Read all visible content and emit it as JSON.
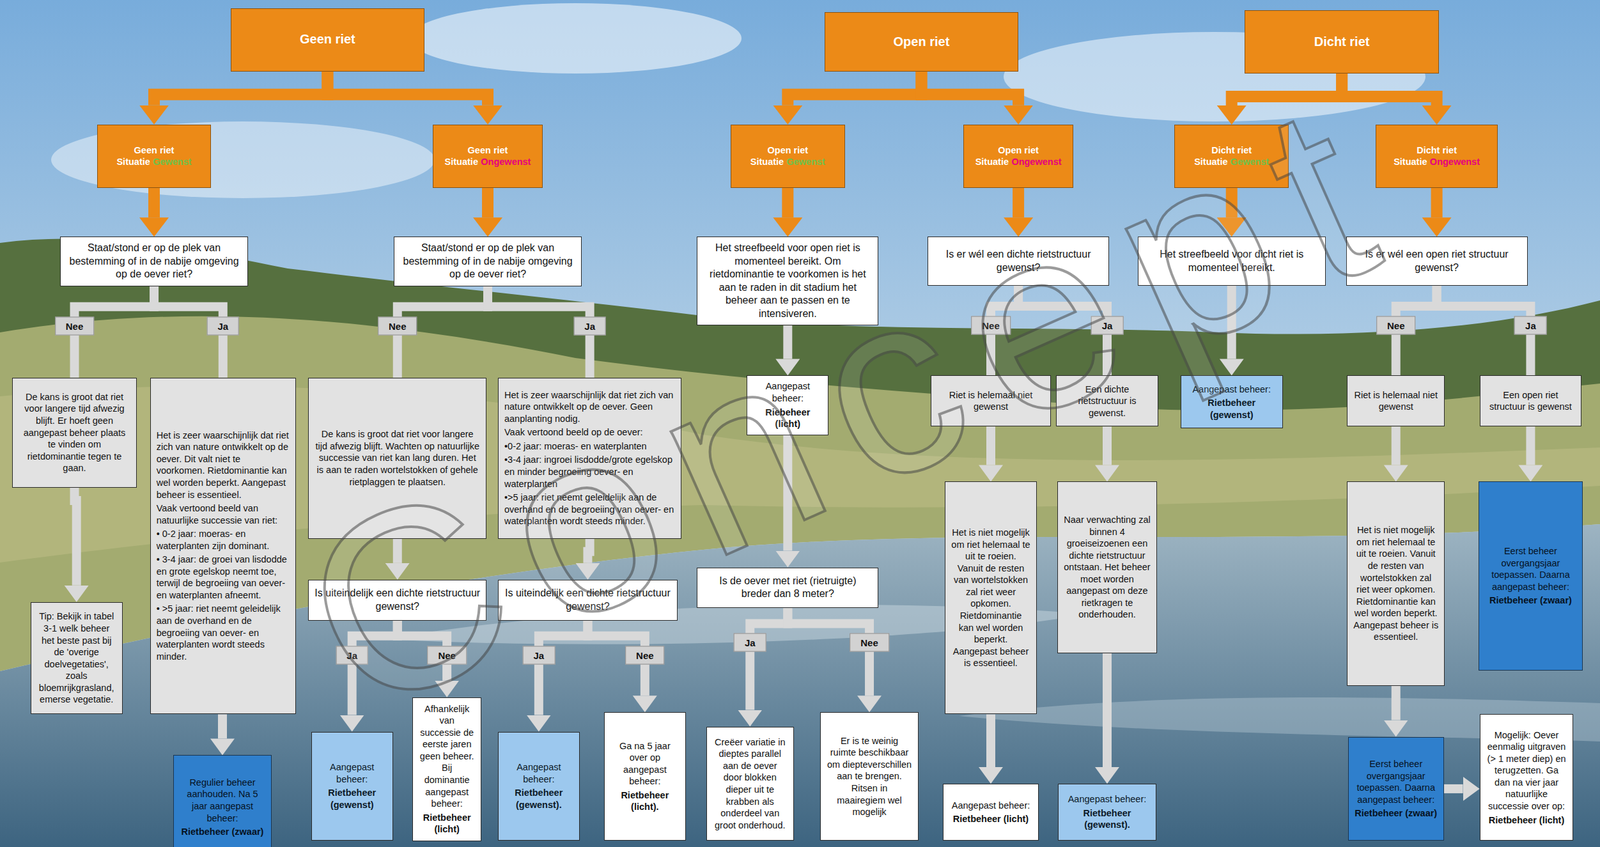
{
  "diagram": {
    "nodes": [
      {
        "text": [
          "Geen riet"
        ]
      },
      {
        "text": [
          "Open riet"
        ]
      },
      {
        "text": [
          "Dicht riet"
        ]
      },
      {
        "text": [
          "Geen riet",
          "Situatie",
          "Gewenst"
        ]
      },
      {
        "text": [
          "Geen riet",
          "Situatie",
          "Ongewenst"
        ]
      },
      {
        "text": [
          "Open riet",
          "Situatie",
          "Gewenst"
        ]
      },
      {
        "text": [
          "Open riet",
          "Situatie",
          "Ongewenst"
        ]
      },
      {
        "text": [
          "Dicht riet",
          "Situatie",
          "Gewenst"
        ]
      },
      {
        "text": [
          "Dicht riet",
          "Situatie",
          "Ongewenst"
        ]
      },
      {
        "text": [
          "Staat/stond er op de plek van bestemming of in de nabije omgeving op de oever riet?"
        ]
      },
      {
        "text": [
          "Staat/stond er op de plek van bestemming of in de nabije omgeving op de oever riet?"
        ]
      },
      {
        "text": [
          "Het streefbeeld voor open riet is momenteel bereikt. Om rietdominantie te voorkomen is het aan te raden in dit stadium het beheer aan te passen en te intensiveren."
        ]
      },
      {
        "text": [
          "Is er wél een dichte rietstructuur gewenst?"
        ]
      },
      {
        "text": [
          "Het streefbeeld voor dicht riet is momenteel bereikt."
        ]
      },
      {
        "text": [
          "Is er wél een open riet structuur gewenst?"
        ]
      },
      {
        "text": [
          "De kans is groot dat riet voor langere tijd afwezig blijft. Er hoeft geen aangepast beheer plaats te vinden om rietdominantie tegen te gaan."
        ]
      },
      {
        "text": [
          "Het is zeer waarschijnlijk dat riet zich van nature ontwikkelt op de oever. Dit valt niet te voorkomen. Rietdominantie kan wel worden beperkt. Aangepast beheer is essentieel.",
          "Vaak vertoond beeld van natuurlijke successie van riet:",
          "• 0-2 jaar: moeras- en waterplanten zijn dominant.",
          "• 3-4 jaar: de groei van lisdodde en grote egelskop neemt toe, terwijl de begroeiing van oever- en waterplanten afneemt.",
          "• >5 jaar: riet neemt geleidelijk aan de overhand en de begroeiing van oever- en waterplanten wordt steeds minder."
        ]
      },
      {
        "text": [
          "De kans is groot dat riet voor langere tijd afwezig blijft. Wachten op natuurlijke successie van riet kan lang duren. Het is aan te raden wortelstokken of gehele rietplaggen te plaatsen."
        ]
      },
      {
        "text": [
          "Het is zeer waarschijnlijk dat riet zich van nature ontwikkelt op de oever. Geen aanplanting nodig.",
          "Vaak vertoond beeld op de oever:",
          "•0-2 jaar: moeras- en waterplanten",
          "•3-4 jaar: ingroei lisdodde/grote egelskop en minder begroeiing oever- en waterplanten",
          "•>5 jaar: riet neemt geleidelijk aan de overhand en de begroeiing van oever- en waterplanten wordt steeds minder."
        ]
      },
      {
        "text": [
          "Aangepast beheer:",
          "Riebeheer (licht)"
        ]
      },
      {
        "text": [
          "Riet is helemaal niet gewenst"
        ]
      },
      {
        "text": [
          "Een dichte rietstructuur is gewenst."
        ]
      },
      {
        "text": [
          "Aangepast beheer:",
          "Rietbeheer (gewenst)"
        ]
      },
      {
        "text": [
          "Riet is helemaal niet gewenst"
        ]
      },
      {
        "text": [
          "Een open riet structuur is gewenst"
        ]
      },
      {
        "text": [
          "Is uiteindelijk een dichte rietstructuur gewenst?"
        ]
      },
      {
        "text": [
          "Is uiteindelijk een dichte rietstructuur gewenst?"
        ]
      },
      {
        "text": [
          "Is de oever met riet (rietruigte) breder dan 8 meter?"
        ]
      },
      {
        "text": [
          "Het is niet mogelijk om riet helemaal te uit te roeien. Vanuit de resten van wortelstokken zal riet weer opkomen. Rietdominantie kan wel worden beperkt. Aangepast beheer is essentieel."
        ]
      },
      {
        "text": [
          "Naar verwachting zal binnen 4 groeiseizoenen een dichte rietstructuur ontstaan. Het beheer moet worden aangepast om deze rietkragen te onderhouden."
        ]
      },
      {
        "text": [
          "Het is niet mogelijk om riet helemaal te uit te roeien. Vanuit de resten van wortelstokken zal riet weer opkomen. Rietdominantie kan wel worden beperkt. Aangepast beheer is essentieel."
        ]
      },
      {
        "text": [
          "Eerst beheer overgangsjaar toepassen. Daarna aangepast beheer:",
          "Rietbeheer (zwaar)"
        ]
      },
      {
        "text": [
          "Tip: Bekijk in tabel 3-1 welk beheer het beste past bij de 'overige doelvegetaties', zoals bloemrijkgrasland, emerse vegetatie."
        ]
      },
      {
        "text": [
          "Regulier beheer aanhouden. Na 5 jaar aangepast beheer:",
          "Rietbeheer (zwaar)"
        ]
      },
      {
        "text": [
          "Aangepast beheer:",
          "Rietbeheer (gewenst)"
        ]
      },
      {
        "text": [
          "Afhankelijk van successie de eerste jaren geen beheer. Bij dominantie aangepast beheer:",
          "Rietbeheer (licht)"
        ]
      },
      {
        "text": [
          "Aangepast beheer:",
          "Rietbeheer (gewenst)."
        ]
      },
      {
        "text": [
          "Ga na 5 jaar over op aangepast beheer:",
          "Rietbeheer (licht)."
        ]
      },
      {
        "text": [
          "Creëer variatie in dieptes parallel aan de oever door blokken dieper uit te krabben als onderdeel van groot onderhoud."
        ]
      },
      {
        "text": [
          "Er is te weinig ruimte beschikbaar om diepteverschillen aan te brengen. Ritsen in maairegiem wel mogelijk"
        ]
      },
      {
        "text": [
          "Aangepast beheer:",
          "Rietbeheer (licht)"
        ]
      },
      {
        "text": [
          "Aangepast beheer:",
          "Rietbeheer (gewenst)."
        ]
      },
      {
        "text": [
          "Eerst beheer overgangsjaar toepassen. Daarna aangepast beheer:",
          "Rietbeheer (zwaar)"
        ]
      },
      {
        "text": [
          "Mogelijk: Oever eenmalig uitgraven (> 1 meter diep) en terugzetten. Ga dan na vier jaar natuurlijke successie over op:",
          "Rietbeheer (licht)"
        ]
      }
    ],
    "edges": [
      {
        "from": 0,
        "to": 3,
        "arrow": "to"
      },
      {
        "from": 0,
        "to": 4,
        "arrow": "to"
      },
      {
        "from": 1,
        "to": 5,
        "arrow": "to"
      },
      {
        "from": 1,
        "to": 6,
        "arrow": "to"
      },
      {
        "from": 2,
        "to": 7,
        "arrow": "to"
      },
      {
        "from": 2,
        "to": 8,
        "arrow": "to"
      },
      {
        "from": 3,
        "to": 9,
        "arrow": "to"
      },
      {
        "from": 4,
        "to": 10,
        "arrow": "to"
      },
      {
        "from": 5,
        "to": 11,
        "arrow": "to"
      },
      {
        "from": 6,
        "to": 12,
        "arrow": "to"
      },
      {
        "from": 7,
        "to": 13,
        "arrow": "to"
      },
      {
        "from": 8,
        "to": 14,
        "arrow": "to"
      },
      {
        "from": 9,
        "to": 15,
        "label": "Nee",
        "arrow": "none"
      },
      {
        "from": 9,
        "to": 16,
        "label": "Ja",
        "arrow": "none"
      },
      {
        "from": 10,
        "to": 17,
        "label": "Nee",
        "arrow": "none"
      },
      {
        "from": 10,
        "to": 18,
        "label": "Ja",
        "arrow": "none"
      },
      {
        "from": 11,
        "to": 19,
        "arrow": "to"
      },
      {
        "from": 12,
        "to": 20,
        "label": "Nee",
        "arrow": "none"
      },
      {
        "from": 12,
        "to": 21,
        "label": "Ja",
        "arrow": "none"
      },
      {
        "from": 13,
        "to": 22,
        "arrow": "to"
      },
      {
        "from": 14,
        "to": 23,
        "label": "Nee",
        "arrow": "none"
      },
      {
        "from": 14,
        "to": 24,
        "label": "Ja",
        "arrow": "none"
      },
      {
        "from": 15,
        "to": 32,
        "arrow": "to"
      },
      {
        "from": 16,
        "to": 33,
        "arrow": "to"
      },
      {
        "from": 17,
        "to": 25,
        "arrow": "to"
      },
      {
        "from": 18,
        "to": 26,
        "arrow": "to"
      },
      {
        "from": 19,
        "to": 27,
        "arrow": "to"
      },
      {
        "from": 20,
        "to": 28,
        "arrow": "to"
      },
      {
        "from": 21,
        "to": 29,
        "arrow": "to"
      },
      {
        "from": 23,
        "to": 30,
        "arrow": "to"
      },
      {
        "from": 24,
        "to": 31,
        "arrow": "to"
      },
      {
        "from": 25,
        "to": 34,
        "label": "Ja",
        "arrow": "to"
      },
      {
        "from": 25,
        "to": 35,
        "label": "Nee",
        "arrow": "to"
      },
      {
        "from": 26,
        "to": 36,
        "label": "Ja",
        "arrow": "to"
      },
      {
        "from": 26,
        "to": 37,
        "label": "Nee",
        "arrow": "to"
      },
      {
        "from": 27,
        "to": 38,
        "label": "Ja",
        "arrow": "to"
      },
      {
        "from": 27,
        "to": 39,
        "label": "Nee",
        "arrow": "to"
      },
      {
        "from": 28,
        "to": 40,
        "arrow": "to"
      },
      {
        "from": 29,
        "to": 41,
        "arrow": "to"
      },
      {
        "from": 30,
        "to": 42,
        "arrow": "to"
      },
      {
        "from": 42,
        "to": 43,
        "arrow": "to"
      }
    ],
    "labels": [
      "Concept"
    ]
  }
}
